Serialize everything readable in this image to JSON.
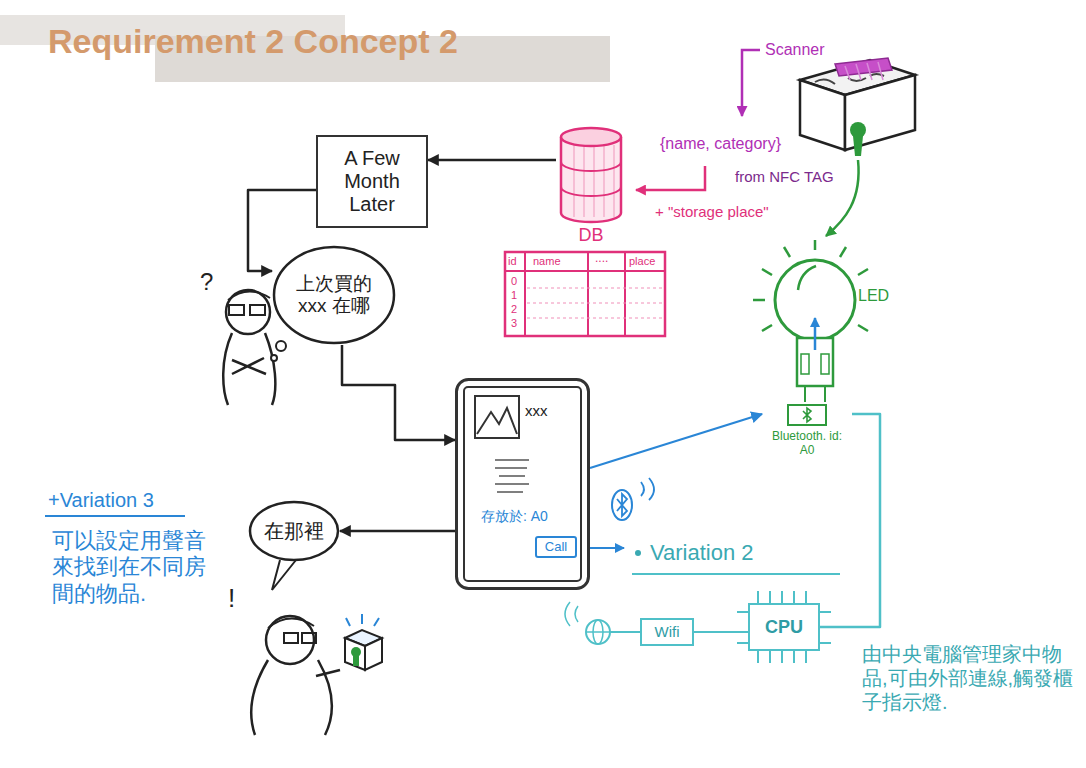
{
  "diagram": {
    "title": "Requirement 2 Concept 2",
    "nodes": [
      {
        "text": [
          "A Few Month Later"
        ]
      },
      {
        "text": [
          "DB"
        ]
      },
      {
        "text": [
          "上次買的 xxx 在哪"
        ]
      },
      {
        "text": [
          "xxx",
          "存放於: A0"
        ]
      },
      {
        "text": [
          "Call"
        ],
        "in": 3
      },
      {
        "text": [
          "Bluetooth. id: A0"
        ]
      },
      {
        "text": [
          "在那裡"
        ]
      },
      {
        "text": [
          "Wifi"
        ]
      },
      {
        "text": [
          "CPU"
        ]
      }
    ],
    "edges": [
      {
        "from": 1,
        "to": 0,
        "arrow": "to"
      },
      {
        "from": 0,
        "to": 2,
        "arrow": "to"
      },
      {
        "from": 2,
        "to": 3,
        "arrow": "to"
      },
      {
        "from": 3,
        "to": 6,
        "arrow": "to"
      },
      {
        "from": 3,
        "to": 5,
        "arrow": "to"
      },
      {
        "from": 7,
        "to": 8,
        "arrow": "none"
      },
      {
        "from": 8,
        "to": 5,
        "arrow": "none"
      }
    ],
    "labels": [
      "Scanner",
      "{name, category}",
      "from NFC TAG",
      "+ \"storage place\"",
      "id",
      "name",
      "....",
      "place",
      "0",
      "1",
      "2",
      "3",
      "LED",
      "?",
      "!",
      "Variation 2",
      "+Variation 3",
      "可以設定用聲音來找到在不同房間的物品.",
      "由中央電腦管理家中物品,可由外部連線,觸發櫃子指示燈."
    ]
  }
}
